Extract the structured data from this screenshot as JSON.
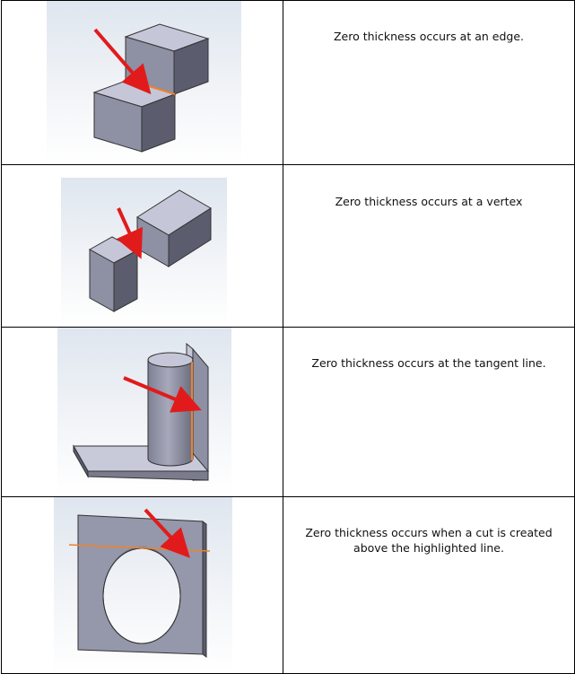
{
  "rows": [
    {
      "caption": "Zero thickness occurs at an edge.",
      "illustration": "two-blocks-shared-edge"
    },
    {
      "caption": "Zero thickness occurs at a vertex",
      "illustration": "two-blocks-shared-vertex"
    },
    {
      "caption": "Zero thickness occurs at the tangent line.",
      "illustration": "cylinder-tangent-to-wall"
    },
    {
      "caption": "Zero thickness occurs when a cut is created above the highlighted line.",
      "illustration": "plate-with-hole-cut-line"
    }
  ],
  "colors": {
    "arrow": "#e11b1b",
    "highlight": "#f0822a",
    "part_top": "#c5c7d8",
    "part_front": "#8e90a4",
    "part_side": "#5b5d6e",
    "viewport_bg": "#e6ecf4"
  }
}
